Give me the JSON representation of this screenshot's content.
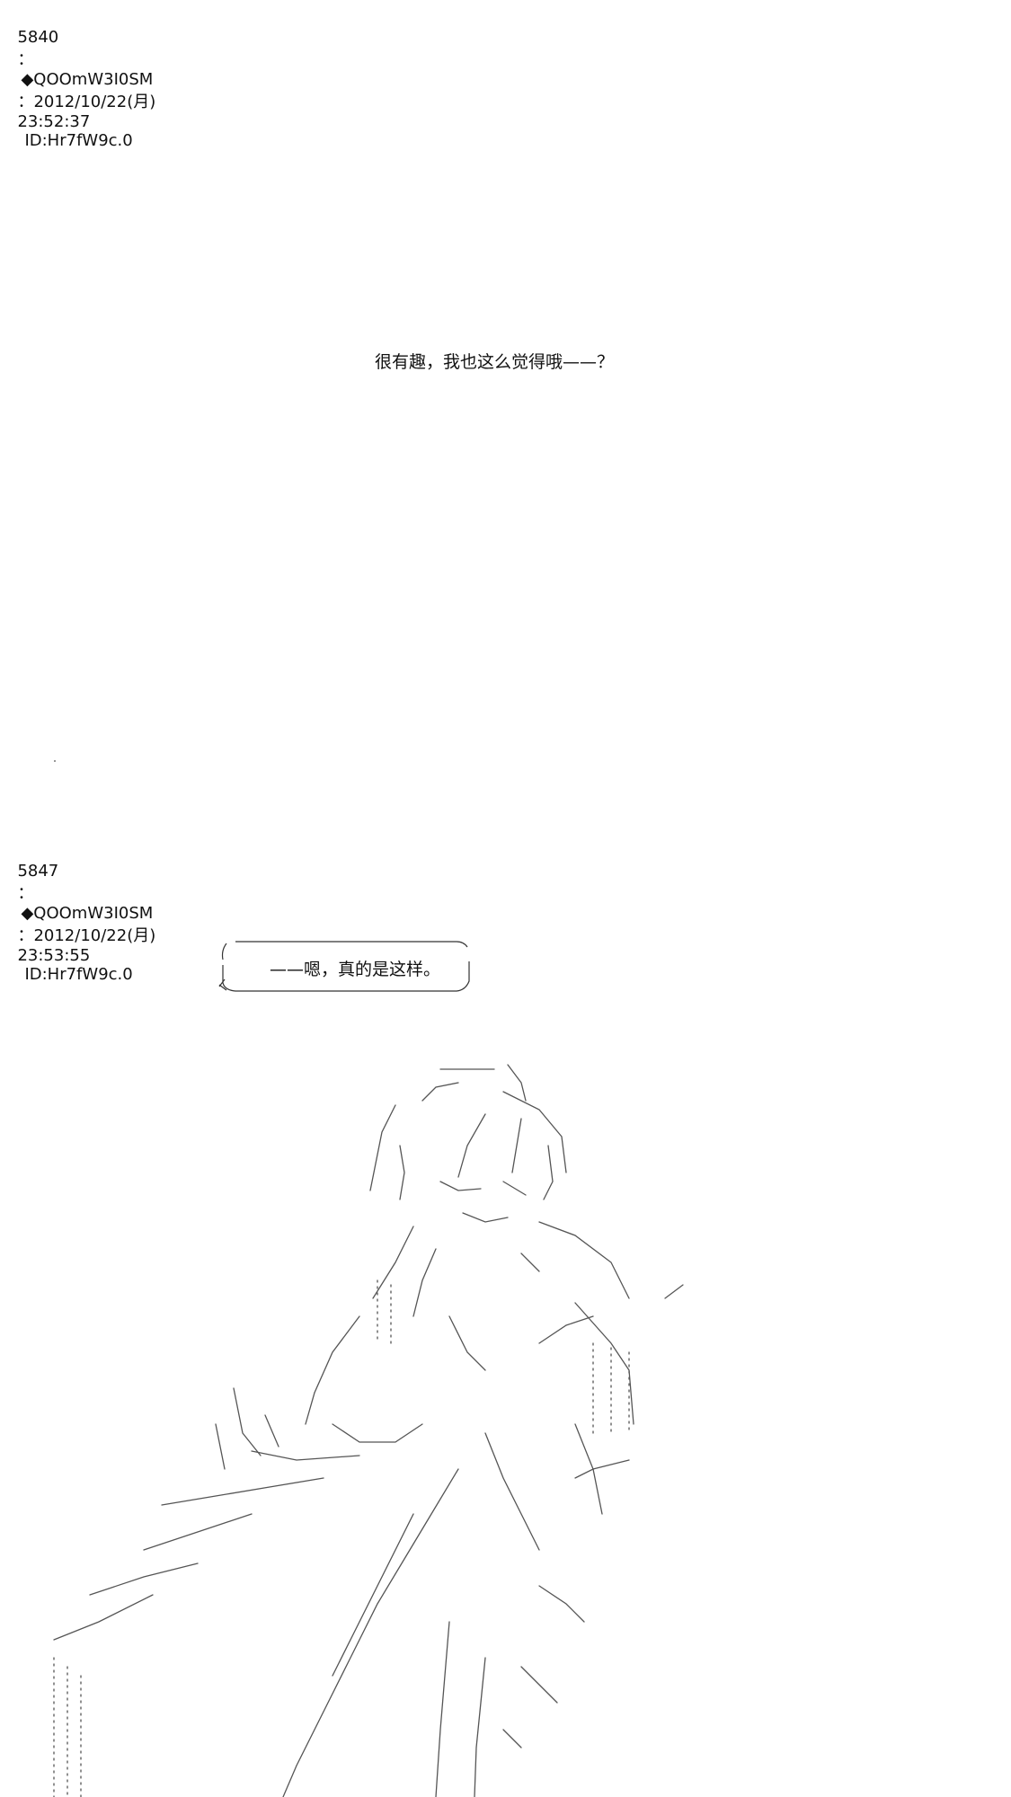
{
  "posts": [
    {
      "number": "5840",
      "separator": "：",
      "tripcode": "◆QOOmW3I0SM",
      "date": "：2012/10/22(月)",
      "time": "23:52:37",
      "id": "ID:Hr7fW9c.0",
      "line": "很有趣，我也这么觉得哦——？"
    },
    {
      "number": "5847",
      "separator": "：",
      "tripcode": "◆QOOmW3I0SM",
      "date": "：2012/10/22(月)",
      "time": "23:53:55",
      "id": "ID:Hr7fW9c.0",
      "bubble_text": "——嗯，真的是这样。"
    }
  ]
}
